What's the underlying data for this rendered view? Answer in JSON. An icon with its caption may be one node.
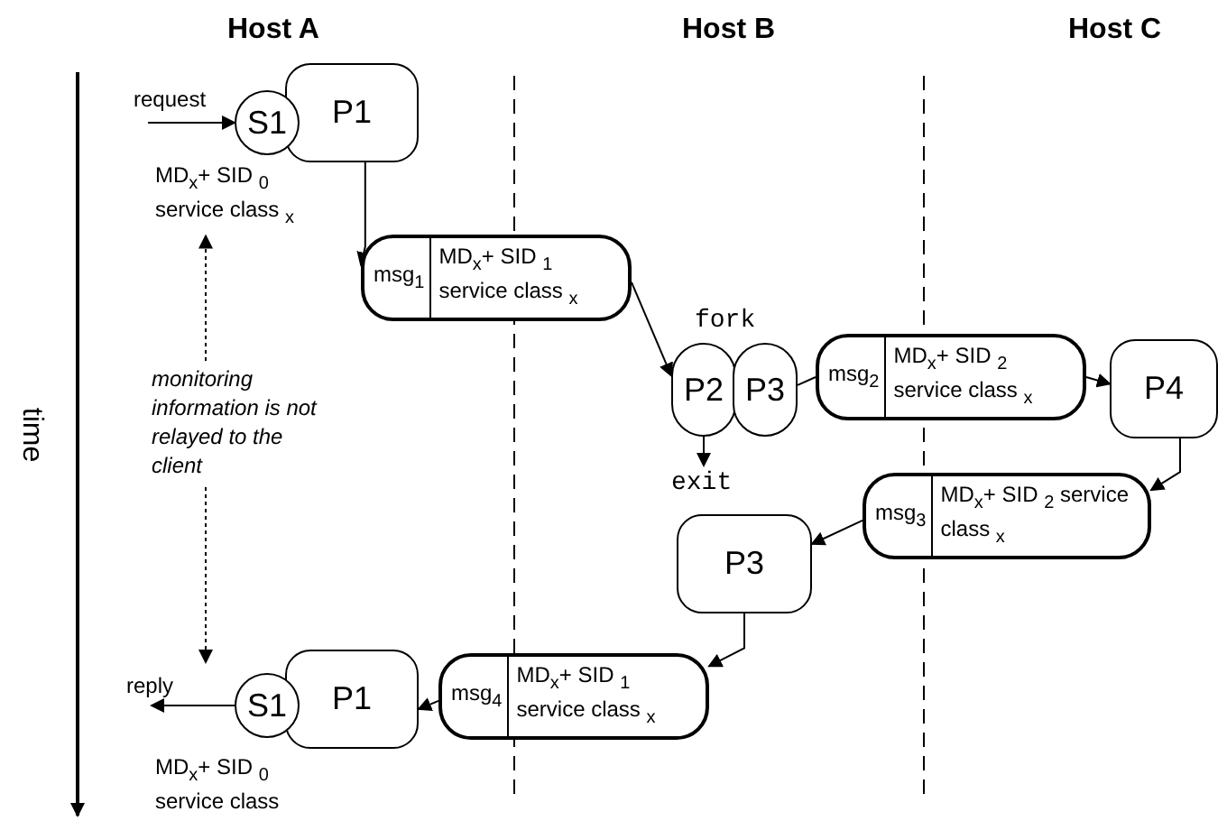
{
  "diagram": {
    "nodes": [
      {
        "text": [
          "S1"
        ],
        "beside": [
          "MD$_{x}$+ SID $_{0}$ service class $_{x}$"
        ]
      },
      {
        "text": [
          "P1"
        ]
      },
      {
        "text": [
          "msg$_{1}$",
          "MD$_{x}$+ SID $_{1}$ service class $_{x}$"
        ]
      },
      {
        "text": [
          "P2"
        ]
      },
      {
        "text": [
          "P3"
        ]
      },
      {
        "text": [
          "msg$_{2}$",
          "MD$_{x}$+ SID $_{2}$ service class $_{x}$"
        ]
      },
      {
        "text": [
          "P4"
        ]
      },
      {
        "text": [
          "msg$_{3}$",
          "MD$_{x}$+ SID $_{2}$ service class $_{x}$"
        ]
      },
      {
        "text": [
          "P3"
        ]
      },
      {
        "text": [
          "msg$_{4}$",
          "MD$_{x}$+ SID $_{1}$ service class $_{x}$"
        ]
      },
      {
        "text": [
          "S1"
        ],
        "beside": [
          "MD$_{x}$+ SID $_{0}$ service class"
        ]
      },
      {
        "text": [
          "P1"
        ]
      },
      {
        "text": [
          "monitoring information is not relayed to the client"
        ]
      }
    ],
    "edges": [
      {
        "from": null,
        "to": 0,
        "arrow": "to",
        "label": "request"
      },
      {
        "from": 1,
        "to": 2,
        "arrow": "to"
      },
      {
        "from": 2,
        "to": 3,
        "arrow": "to"
      },
      {
        "from": 3,
        "to": null,
        "arrow": "to",
        "label": "exit"
      },
      {
        "from": 4,
        "to": 5,
        "arrow": "none"
      },
      {
        "from": 5,
        "to": 6,
        "arrow": "to"
      },
      {
        "from": 6,
        "to": 7,
        "arrow": "to"
      },
      {
        "from": 7,
        "to": 8,
        "arrow": "to"
      },
      {
        "from": 8,
        "to": 9,
        "arrow": "to"
      },
      {
        "from": 9,
        "to": 11,
        "arrow": "to"
      },
      {
        "from": 10,
        "to": null,
        "arrow": "to",
        "label": "reply"
      },
      {
        "from": 12,
        "to": 0,
        "arrow": "to",
        "style": "dashed"
      },
      {
        "from": 12,
        "to": 10,
        "arrow": "to",
        "style": "dashed"
      }
    ],
    "labels": [
      "Host A",
      "Host B",
      "Host C",
      "time",
      "fork"
    ]
  }
}
